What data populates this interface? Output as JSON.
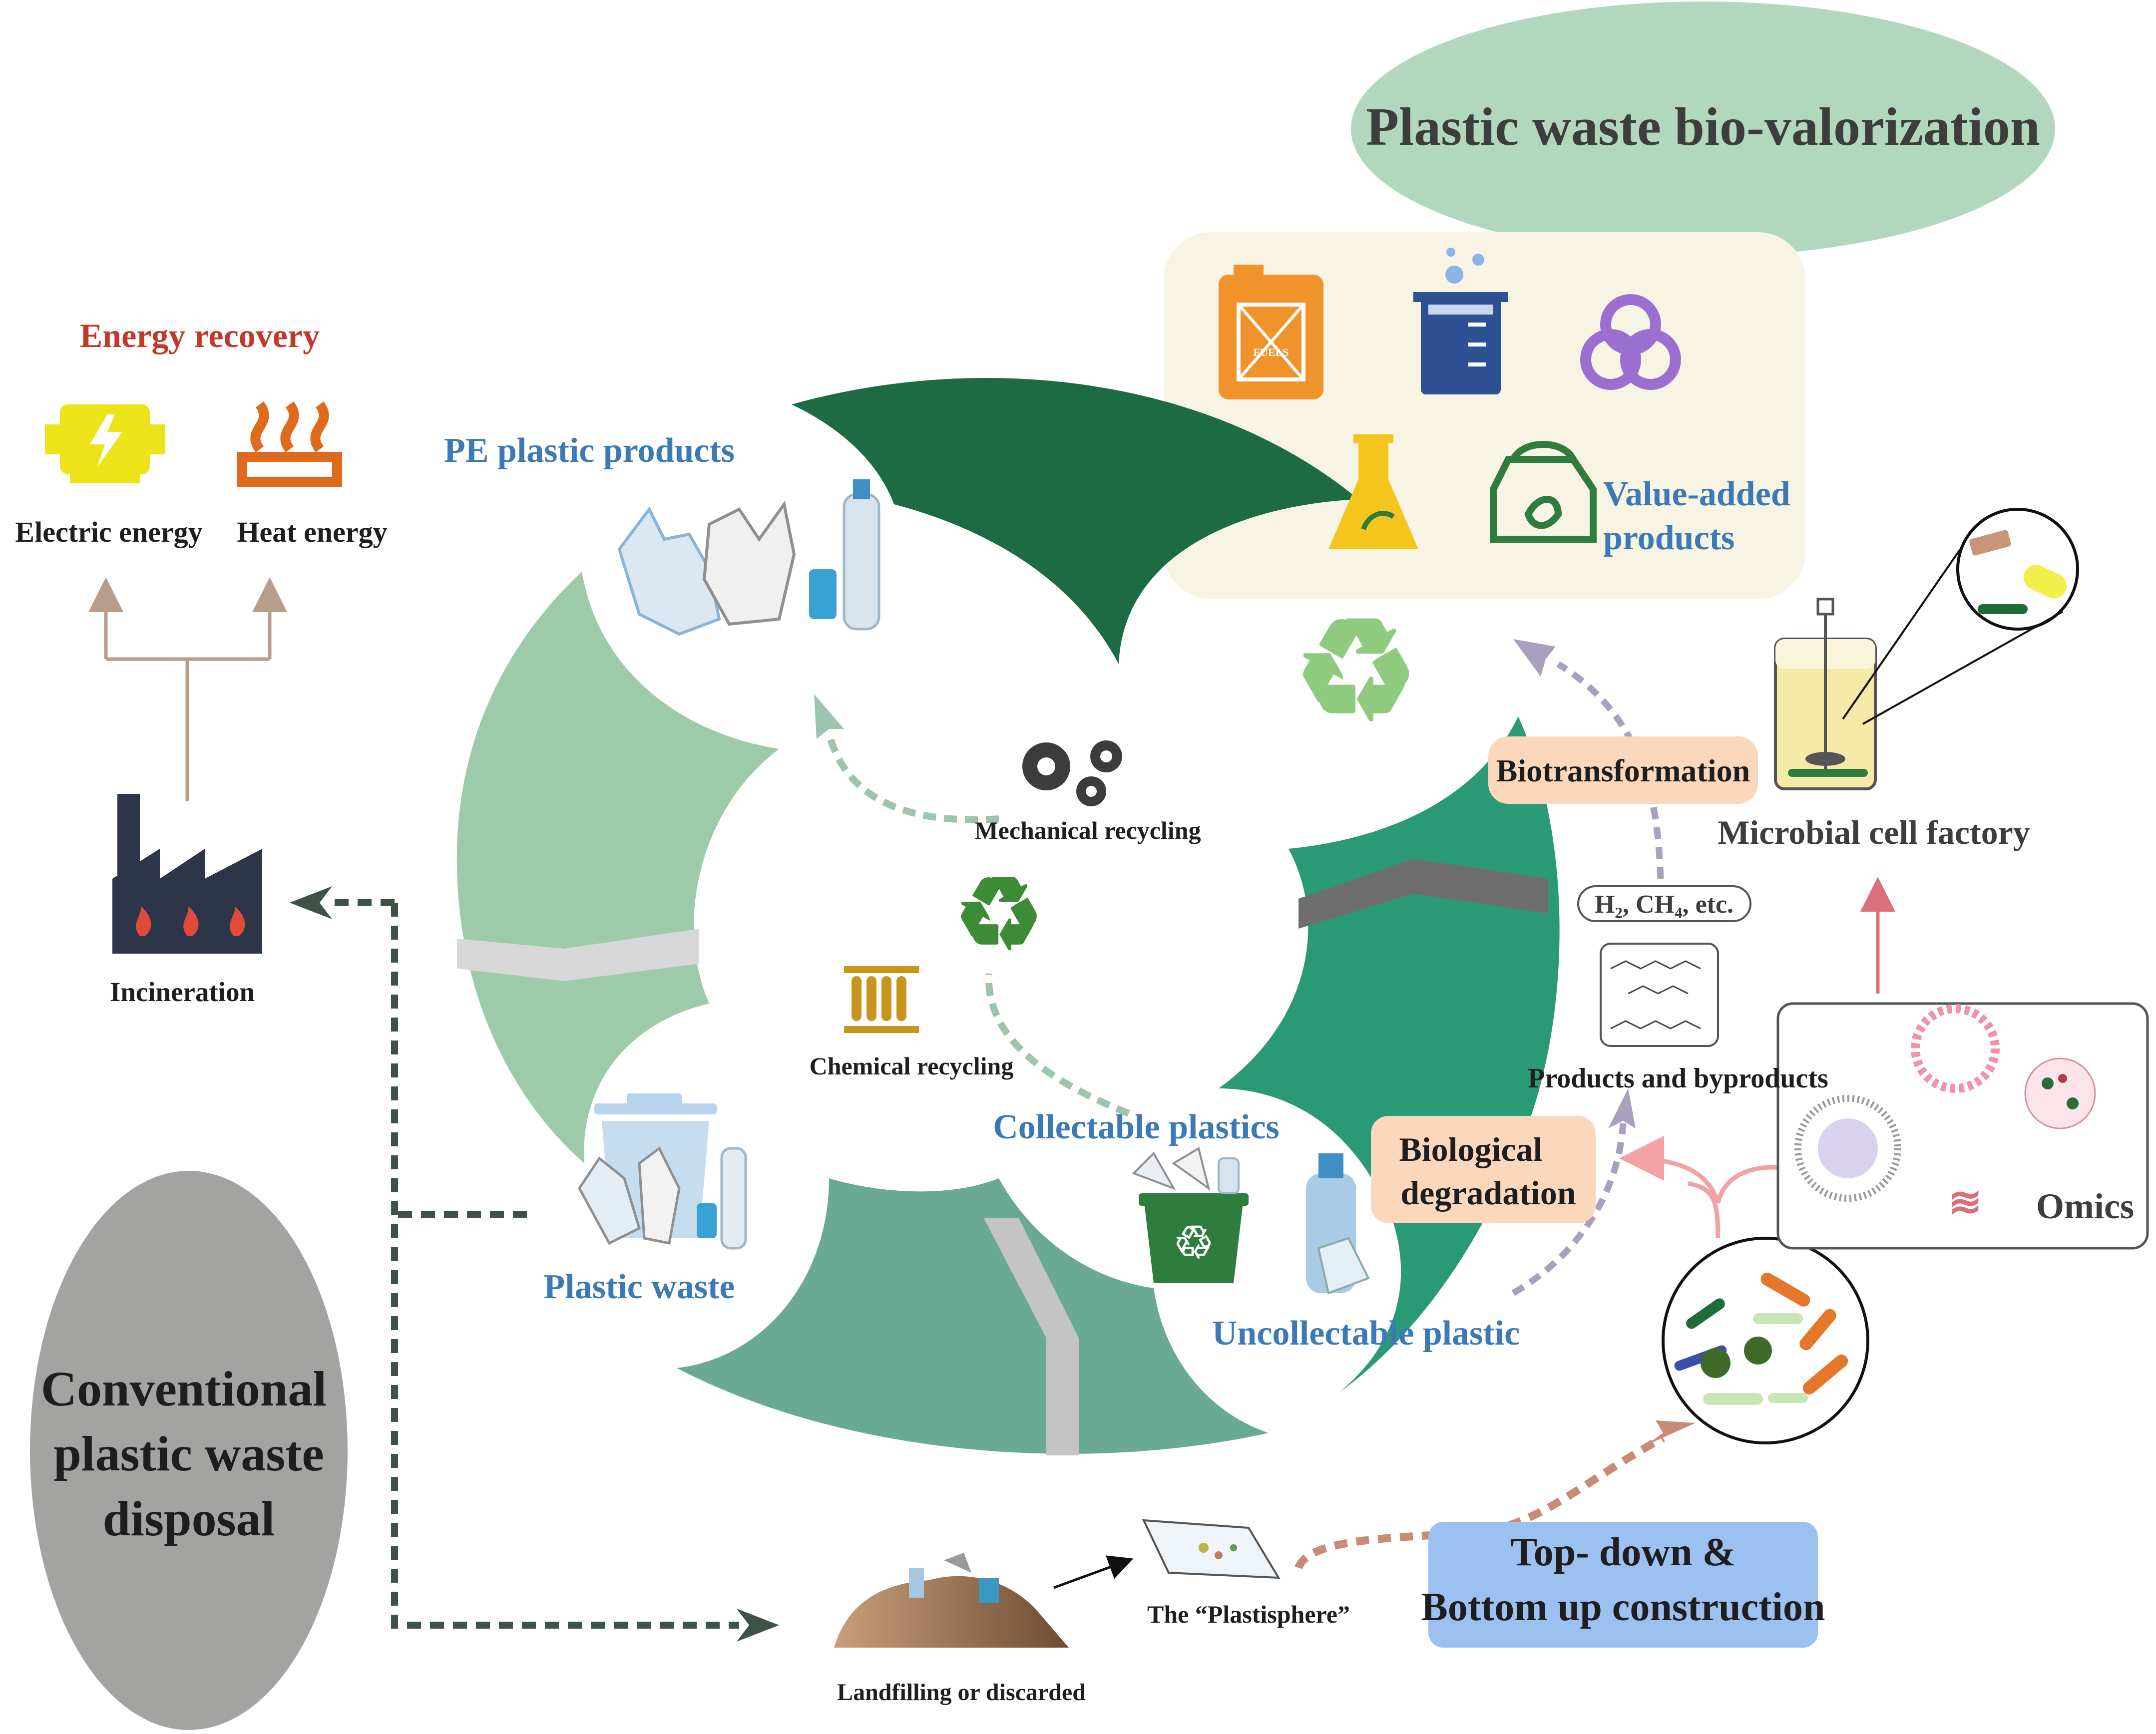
{
  "title": "Plastic waste bio-valorization",
  "conventional": {
    "title_lines": [
      "Conventional",
      "plastic waste",
      "disposal"
    ]
  },
  "energy": {
    "title": "Energy recovery",
    "electric_label": "Electric energy",
    "heat_label": "Heat energy",
    "incineration_label": "Incineration"
  },
  "cycle": {
    "pe_products": "PE plastic products",
    "plastic_waste": "Plastic waste",
    "collectable": "Collectable plastics",
    "uncollectable": "Uncollectable plastic",
    "mechanical": "Mechanical recycling",
    "chemical": "Chemical recycling"
  },
  "value_added": {
    "lines": [
      "Value-added",
      "products"
    ],
    "fuel_can_text": "FUELS"
  },
  "bio": {
    "biotransformation": "Biotransformation",
    "microbial_cell_factory": "Microbial cell factory",
    "gases": "H₂, CH₄, etc.",
    "products_byproducts": "Products and byproducts",
    "biological_degradation_lines": [
      "Biological",
      "degradation"
    ],
    "omics": "Omics",
    "construction_lines": [
      "Top- down &",
      "Bottom up construction"
    ]
  },
  "landfill": {
    "label": "Landfilling or discarded",
    "plastisphere": "The “Plastisphere”"
  },
  "colors": {
    "dark_green": "#1c6b42",
    "teal": "#2a9a76",
    "light_green": "#9dcaa8",
    "mid_green": "#6aa994",
    "title_ellipse": "#b1d8bd",
    "cream_panel": "#f7f4e3",
    "construction_box": "#9cc1f1",
    "orange_box": "#fbd8bc",
    "gray_ellipse": "#a3a3a1",
    "text_blue": "#3b79b7",
    "energy_red": "#c0392b"
  }
}
